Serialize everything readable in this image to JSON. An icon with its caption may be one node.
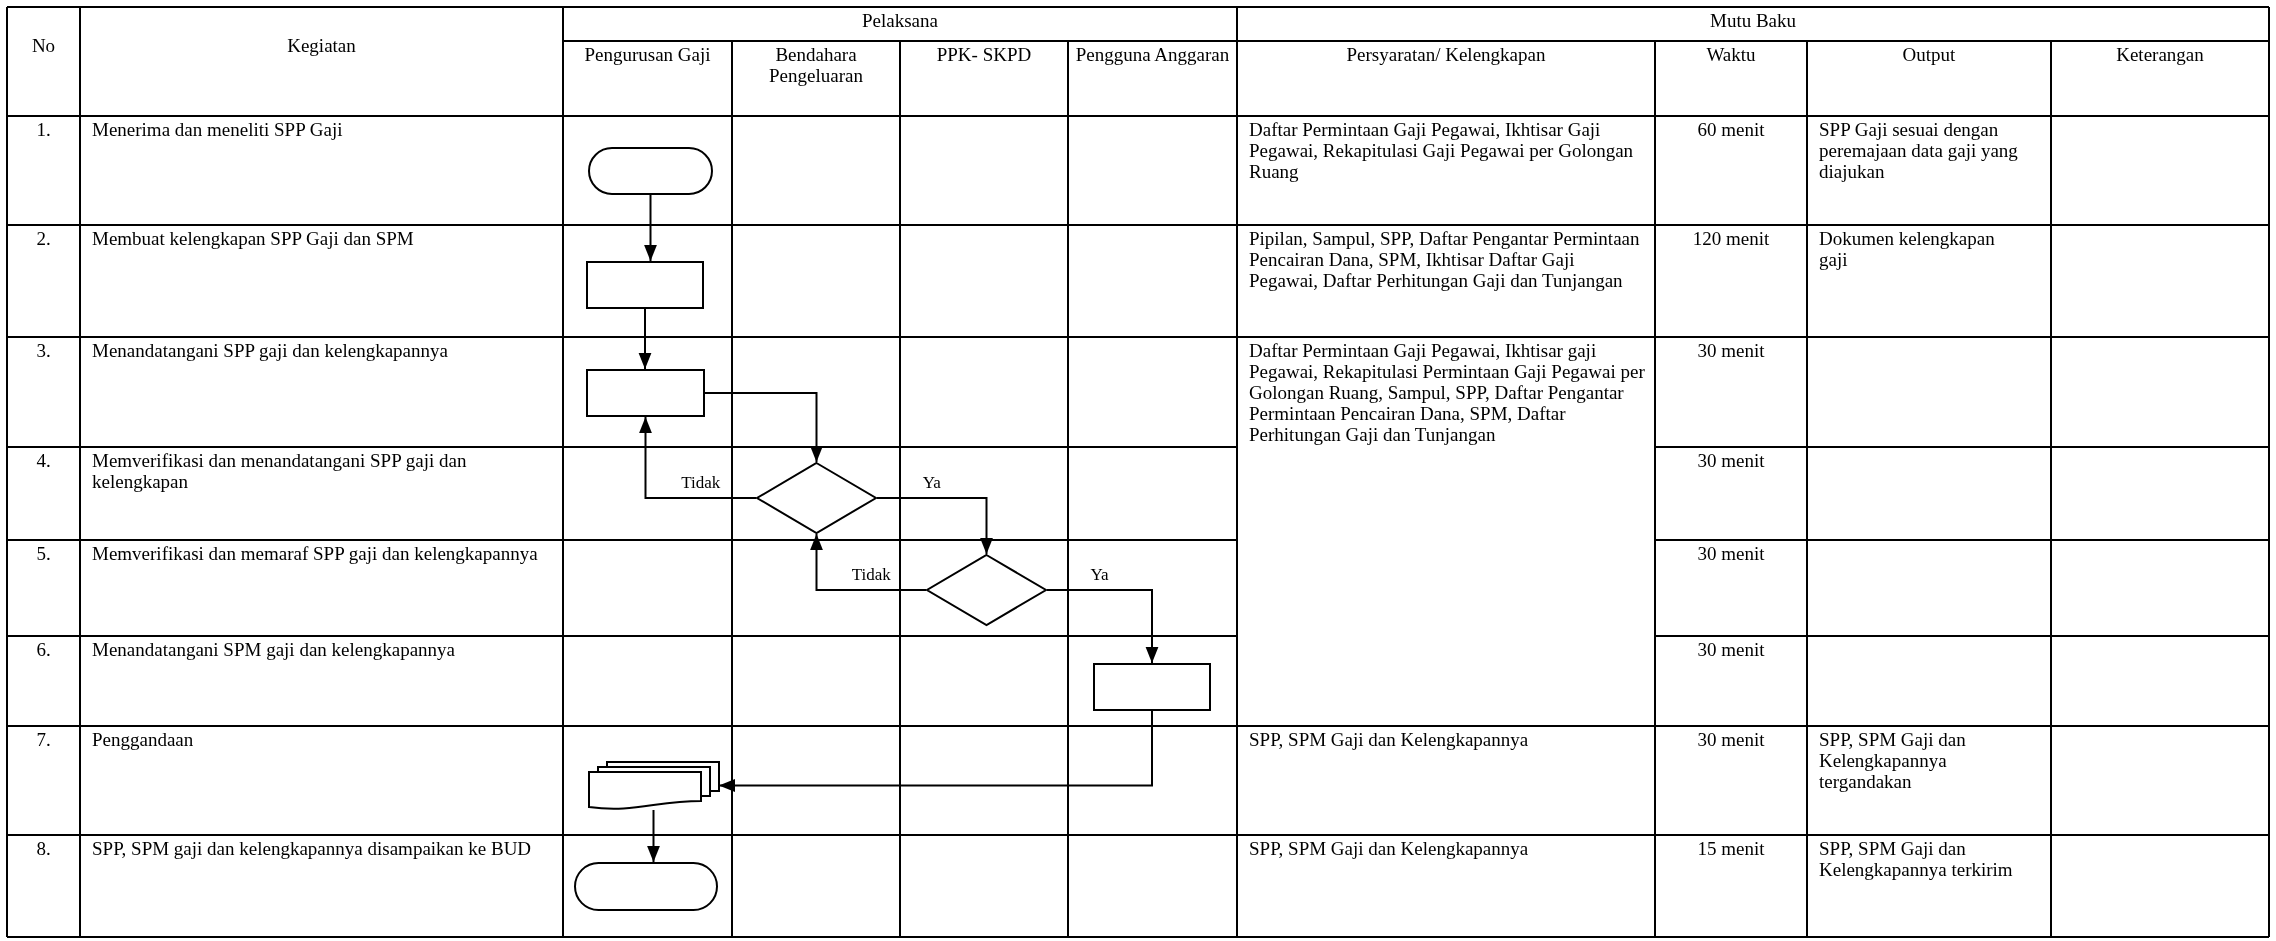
{
  "diagram": {
    "nodes": [
      {
        "text": [],
        "shape": "pill"
      },
      {
        "text": [],
        "shape": "box"
      },
      {
        "text": [],
        "shape": "box"
      },
      {
        "text": [],
        "shape": "diamond"
      },
      {
        "text": [],
        "shape": "diamond"
      },
      {
        "text": [],
        "shape": "box"
      },
      {
        "text": [],
        "shape": "document"
      },
      {
        "text": [],
        "shape": "pill"
      }
    ],
    "edges": [
      {
        "from": 0,
        "to": 1,
        "arrow": "to"
      },
      {
        "from": 1,
        "to": 2,
        "arrow": "to"
      },
      {
        "from": 2,
        "to": 3,
        "arrow": "to"
      },
      {
        "from": 3,
        "to": 2,
        "arrow": "to",
        "label": "Tidak"
      },
      {
        "from": 3,
        "to": 4,
        "arrow": "to",
        "label": "Ya"
      },
      {
        "from": 4,
        "to": 3,
        "arrow": "to",
        "label": "Tidak"
      },
      {
        "from": 4,
        "to": 5,
        "arrow": "to",
        "label": "Ya"
      },
      {
        "from": 5,
        "to": 6,
        "arrow": "to"
      },
      {
        "from": 6,
        "to": 7,
        "arrow": "to"
      }
    ],
    "labels": [
      "No",
      "Kegiatan",
      "Pelaksana",
      "Mutu Baku",
      "Pengurusan Gaji",
      "Bendahara Pengeluaran",
      "PPK- SKPD",
      "Pengguna Anggaran",
      "Persyaratan/ Kelengkapan",
      "Waktu",
      "Output",
      "Keterangan",
      "1.",
      "Menerima dan meneliti SPP Gaji",
      "Daftar Permintaan Gaji Pegawai, Ikhtisar Gaji Pegawai, Rekapitulasi Gaji Pegawai per Golongan Ruang",
      "60 menit",
      "SPP Gaji sesuai dengan peremajaan data gaji yang diajukan",
      "2.",
      "Membuat kelengkapan SPP Gaji dan SPM",
      "Pipilan, Sampul, SPP, Daftar Pengantar Permintaan Pencairan Dana, SPM, Ikhtisar Daftar Gaji Pegawai, Daftar Perhitungan Gaji dan Tunjangan",
      "120 menit",
      "Dokumen kelengkapan gaji",
      "3.",
      "Menandatangani SPP gaji dan kelengkapannya",
      "Daftar Permintaan Gaji Pegawai, Ikhtisar gaji Pegawai, Rekapitulasi Permintaan Gaji Pegawai per Golongan Ruang, Sampul, SPP, Daftar Pengantar Permintaan Pencairan Dana, SPM, Daftar Perhitungan Gaji dan Tunjangan",
      "30 menit",
      "4.",
      "Memverifikasi dan menandatangani SPP gaji dan kelengkapan",
      "30 menit",
      "5.",
      "Memverifikasi dan memaraf SPP gaji dan kelengkapannya",
      "30 menit",
      "6.",
      "Menandatangani SPM gaji dan kelengkapannya",
      "30 menit",
      "7.",
      "Penggandaan",
      "SPP, SPM Gaji dan Kelengkapannya",
      "30 menit",
      "SPP, SPM Gaji dan Kelengkapannya tergandakan",
      "8.",
      "SPP, SPM gaji dan kelengkapannya disampaikan ke BUD",
      "SPP, SPM Gaji dan Kelengkapannya",
      "15 menit",
      "SPP, SPM Gaji dan Kelengkapannya terkirim"
    ]
  }
}
